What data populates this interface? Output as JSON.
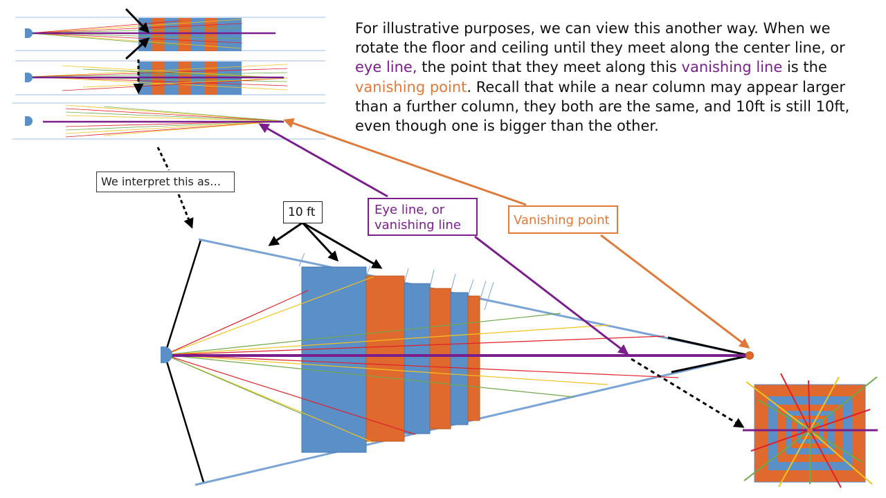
{
  "paragraph": {
    "s1": "For illustrative purposes, we can view this another way.  When we rotate the floor and ceiling until they meet along the center line, or ",
    "eye_line": "eye line,",
    "s2": " the point that they meet along this ",
    "vanishing_line": "vanishing line",
    "s3": " is the ",
    "vanishing_point": "vanishing point",
    "s4": ".  Recall that while a near column may appear larger than a further column, they both are the same, and 10ft is still 10ft, even though one is bigger than the other."
  },
  "labels": {
    "interpret": "We interpret this as…",
    "ten_ft": "10 ft",
    "eye_line_box": "Eye line, or vanishing line",
    "vanishing_point_box": "Vanishing point"
  },
  "colors": {
    "blue": "#5b8fc7",
    "orange": "#e06a2e",
    "purple": "#7a1e8c",
    "arrow_orange": "#e07a3a",
    "line_blue": "#7aa3d6",
    "ray_yellow": "#f2c31c",
    "ray_red": "#e0202a",
    "ray_green": "#6fa84a"
  }
}
